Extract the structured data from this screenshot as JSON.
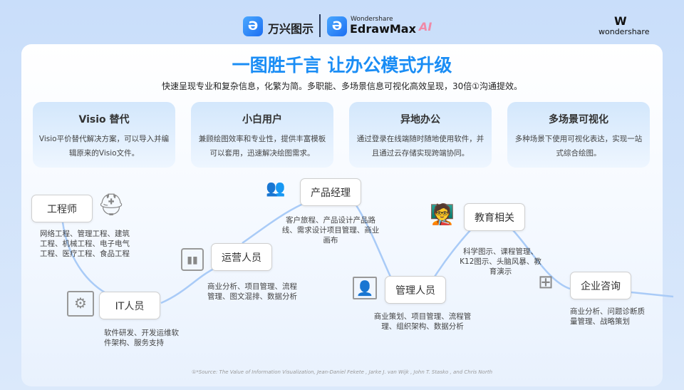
{
  "header": {
    "brand_cn": "万兴图示",
    "brand_small": "Wondershare",
    "brand_en": "EdrawMax",
    "ai": "AI",
    "company": "wondershare"
  },
  "title": "一图胜千言 让办公模式升级",
  "subtitle": "快速呈现专业和复杂信息，化繁为简。多职能、多场景信息可视化高效呈现，30倍①沟通提效。",
  "features": [
    {
      "title": "Visio 替代",
      "desc": "Visio平价替代解决方案，可以导入并编辑原来的Visio文件。"
    },
    {
      "title": "小白用户",
      "desc": "兼顾绘图效率和专业性，提供丰富模板可以套用，迅速解决绘图需求。"
    },
    {
      "title": "异地办公",
      "desc": "通过登录在线端随时随地使用软件，并且通过云存储实现跨端协同。"
    },
    {
      "title": "多场景可视化",
      "desc": "多种场景下使用可视化表达，实现一站式综合绘图。"
    }
  ],
  "roles": [
    {
      "name": "工程师",
      "desc": "网络工程、管理工程、建筑工程、机械工程、电子电气工程、医疗工程、食品工程",
      "icon": "engineer-helmet-icon"
    },
    {
      "name": "IT人员",
      "desc": "软件研发、开发运维软件架构、服务支持",
      "icon": "gear-window-icon"
    },
    {
      "name": "运营人员",
      "desc": "商业分析、项目管理、流程管理、图文混排、数据分析",
      "icon": "clipboard-chart-icon"
    },
    {
      "name": "产品经理",
      "desc": "客户旅程、产品设计产品路线、需求设计项目管理、商业画布",
      "icon": "team-cycle-icon"
    },
    {
      "name": "管理人员",
      "desc": "商业策划、项目管理、流程管理、组织架构、数据分析",
      "icon": "person-portrait-icon"
    },
    {
      "name": "教育相关",
      "desc": "科学图示、课程管理、K12图示、头脑风暴、教育演示",
      "icon": "teacher-board-icon"
    },
    {
      "name": "企业咨询",
      "desc": "商业分析、问题诊断质量管理、战略策划",
      "icon": "grid-search-icon"
    }
  ],
  "footnote": "①*Source:  The Value of Information Visualization,  Jean-Daniel Fekete ,  Jarke J. van Wijk ,  John T. Stasko ,  and Chris North"
}
